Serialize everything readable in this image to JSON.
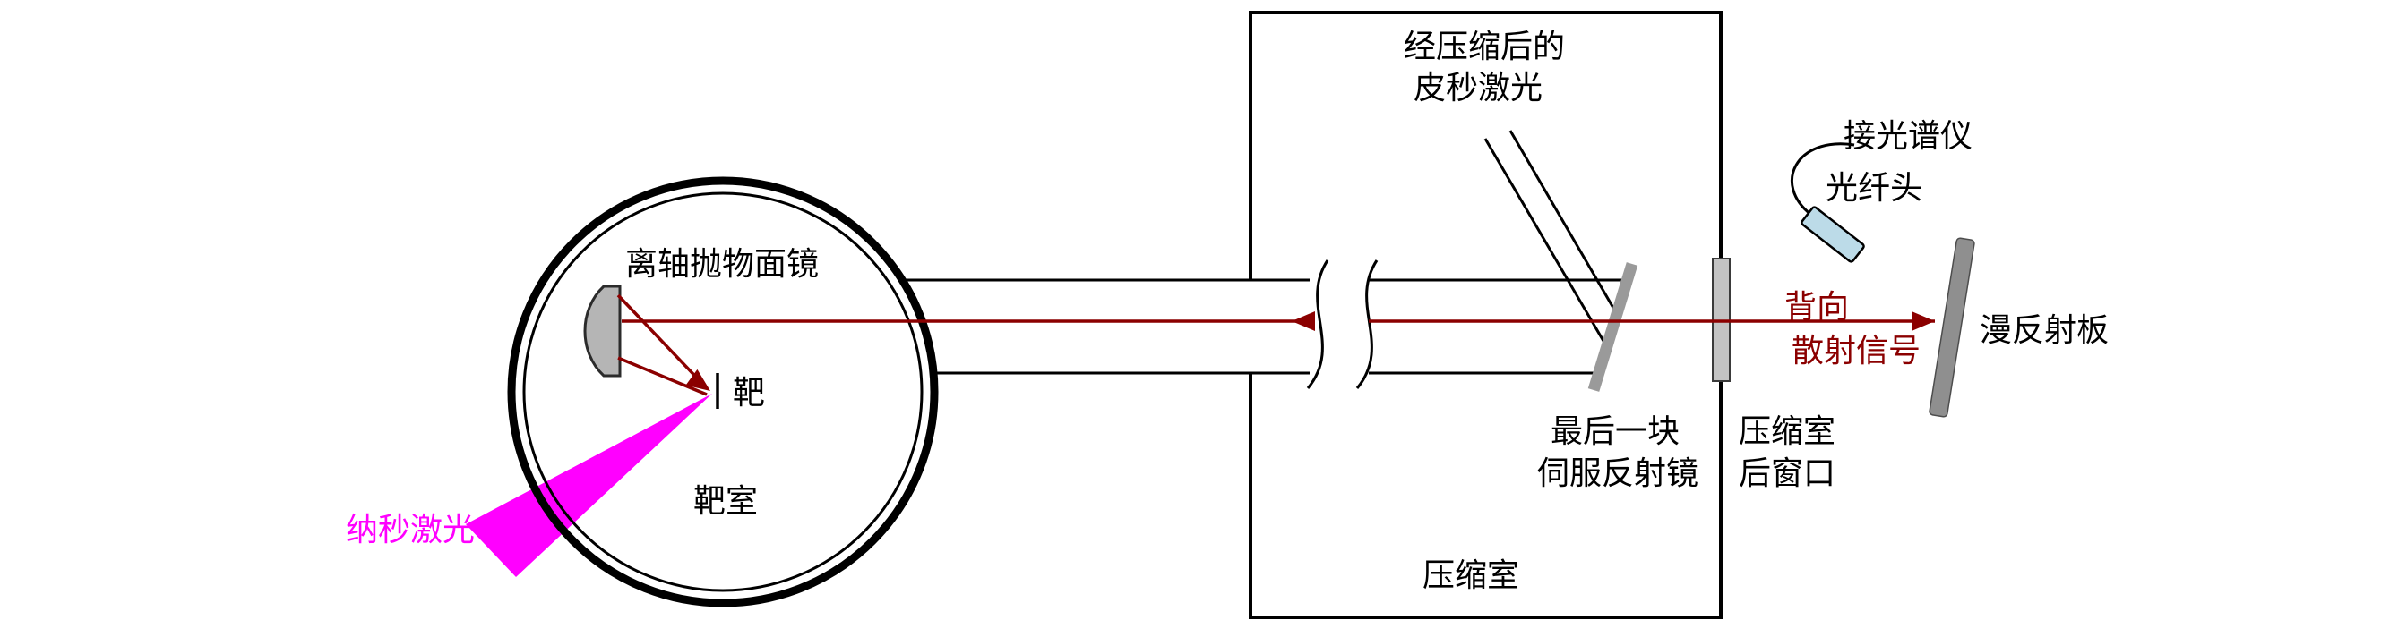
{
  "colors": {
    "dark-red": "#8b0000",
    "magenta": "#ff00ff",
    "mirror-gray": "#9a9a9a",
    "window-gray": "#c3c3c3",
    "oap-gray": "#b5b5b5",
    "fiber-blue": "#bcdbe8",
    "board-gray": "#8f8f8f",
    "line-black": "#000000"
  },
  "labels": {
    "oap_mirror": "离轴抛物面镜",
    "target": "靶",
    "target_chamber": "靶室",
    "ns_laser": "纳秒激光",
    "ps_laser_line1": "经压缩后的",
    "ps_laser_line2": "皮秒激光",
    "compressor": "压缩室",
    "servo_mirror_line1": "最后一块",
    "servo_mirror_line2": "伺服反射镜",
    "rear_window_line1": "压缩室",
    "rear_window_line2": "后窗口",
    "backscatter_line1": "背向",
    "backscatter_line2": "散射信号",
    "spectrometer": "接光谱仪",
    "fiber_head": "光纤头",
    "diffuse_board": "漫反射板"
  }
}
